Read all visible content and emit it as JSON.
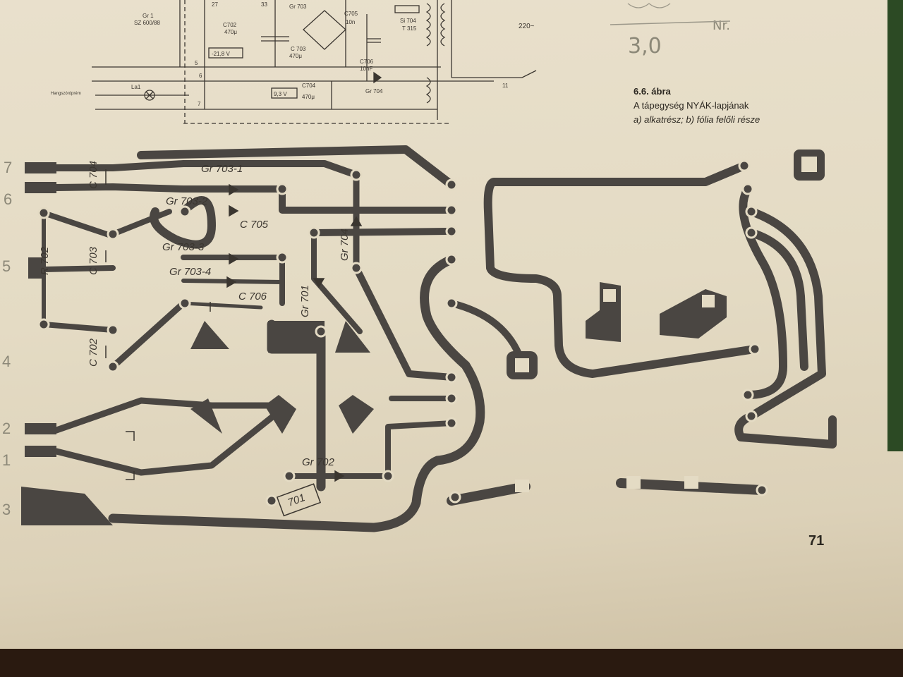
{
  "figure": {
    "number_label": "6.6. ábra",
    "title_line": "A tápegység NYÁK-lapjának",
    "sub_a": "a) alkatrész; b) fólia felőli része"
  },
  "page_number": "71",
  "pencil_notes": {
    "top": "Nr.",
    "value": "3,0",
    "side": ""
  },
  "schematic": {
    "gr1": "Gr 1",
    "gr1_type": "SZ 600/88",
    "c702": "C702",
    "c702_val": "470μ",
    "c703": "C 703",
    "c703_val": "470μ",
    "gr703": "Gr 703",
    "c705": "C705",
    "c705_val": "10n",
    "si704": "Si 704",
    "si704_val": "T 315",
    "c706": "C706",
    "c706_val": "10nF",
    "gr704": "Gr 704",
    "c704": "C704",
    "c704_val": "470μ",
    "v218": "-21,8 V",
    "v93": "9,3 V",
    "mains": "220~",
    "la1": "La1",
    "hangsz": "Hangszóróprém",
    "n27": "27",
    "n33": "33",
    "n5": "5",
    "n6": "6",
    "n7": "7",
    "n11": "11"
  },
  "pcb_labels": {
    "c704": "C 704",
    "gr703_1": "Gr 703-1",
    "gr703_2": "Gr 703-2",
    "c705": "C 705",
    "gr703_3": "Gr 703-3",
    "gr703_4": "Gr 703-4",
    "c706": "C 706",
    "gr701": "Gr 701",
    "gr704": "Gr 704",
    "c703": "C 703",
    "c702": "C 702",
    "r702": "R 702",
    "gr702": "Gr 702",
    "r701": "701"
  },
  "pin_numbers": [
    "7",
    "6",
    "5",
    "4",
    "2",
    "1",
    "3"
  ]
}
